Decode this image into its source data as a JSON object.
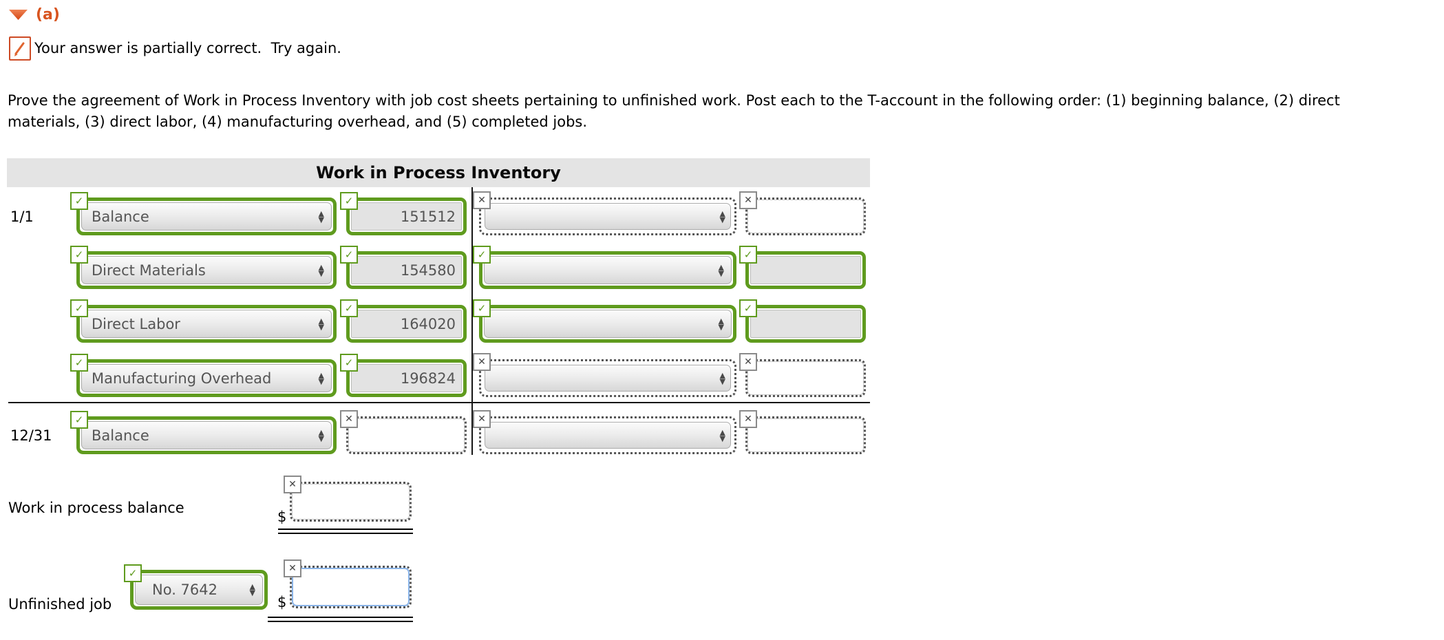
{
  "icons": {
    "check": "✓",
    "cross": "✕",
    "arrow_up": "▲",
    "arrow_down": "▼"
  },
  "header": {
    "section_label": "(a)"
  },
  "feedback": {
    "message": "Your answer is partially correct.  Try again."
  },
  "instructions": "Prove the agreement of Work in Process Inventory with job cost sheets pertaining to unfinished work. Post each to the T-account in the following order: (1) beginning balance, (2) direct materials, (3) direct labor, (4) manufacturing overhead, and (5) completed jobs.",
  "taccount": {
    "title": "Work in Process Inventory",
    "rows": [
      {
        "date": "1/1",
        "debit_account": "Balance",
        "debit_account_status": "correct",
        "debit_amount": "151512",
        "debit_amount_status": "correct",
        "credit_account": "",
        "credit_account_status": "incorrect",
        "credit_amount": "",
        "credit_amount_status": "incorrect"
      },
      {
        "date": "",
        "debit_account": "Direct Materials",
        "debit_account_status": "correct",
        "debit_amount": "154580",
        "debit_amount_status": "correct",
        "credit_account": "",
        "credit_account_status": "correct",
        "credit_amount": "",
        "credit_amount_status": "correct"
      },
      {
        "date": "",
        "debit_account": "Direct Labor",
        "debit_account_status": "correct",
        "debit_amount": "164020",
        "debit_amount_status": "correct",
        "credit_account": "",
        "credit_account_status": "correct",
        "credit_amount": "",
        "credit_amount_status": "correct"
      },
      {
        "date": "",
        "debit_account": "Manufacturing Overhead",
        "debit_account_status": "correct",
        "debit_amount": "196824",
        "debit_amount_status": "correct",
        "credit_account": "",
        "credit_account_status": "incorrect",
        "credit_amount": "",
        "credit_amount_status": "incorrect"
      },
      {
        "date": "12/31",
        "debit_account": "Balance",
        "debit_account_status": "correct",
        "debit_amount": "",
        "debit_amount_status": "incorrect",
        "credit_account": "",
        "credit_account_status": "incorrect",
        "credit_amount": "",
        "credit_amount_status": "incorrect"
      }
    ]
  },
  "summary": {
    "wip_label": "Work in process balance",
    "currency": "$",
    "wip_amount": "",
    "unfinished_label": "Unfinished job",
    "unfinished_job_number": "No. 7642",
    "unfinished_amount": ""
  },
  "colors": {
    "correct_green": "#5f9b1e",
    "incorrect_gray": "#555555",
    "accent_orange": "#d8541f",
    "header_bg": "#e4e4e4",
    "focus_blue": "#8ab4e8"
  }
}
